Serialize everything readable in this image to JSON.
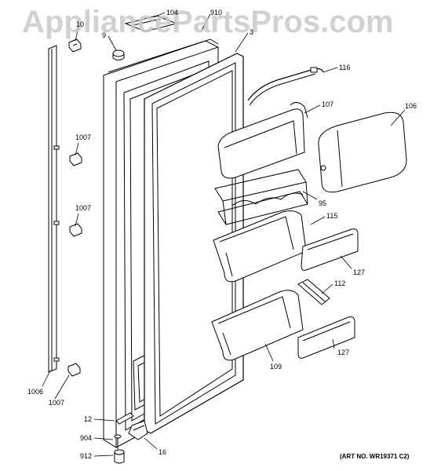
{
  "watermark": "AppliancePartsPros.com",
  "art_number": "(ART NO. WR19371 C2)",
  "callouts": {
    "c104": "104",
    "c910": "910",
    "c10": "10",
    "c9": "9",
    "c3": "3",
    "c116": "116",
    "c107": "107",
    "c106": "106",
    "c1007a": "1007",
    "c1007b": "1007",
    "c1007c": "1007",
    "c95": "95",
    "c115": "115",
    "c127a": "127",
    "c112": "112",
    "c109": "109",
    "c127b": "127",
    "c1006": "1006",
    "c12": "12",
    "c904": "904",
    "c16": "16",
    "c912": "912"
  }
}
